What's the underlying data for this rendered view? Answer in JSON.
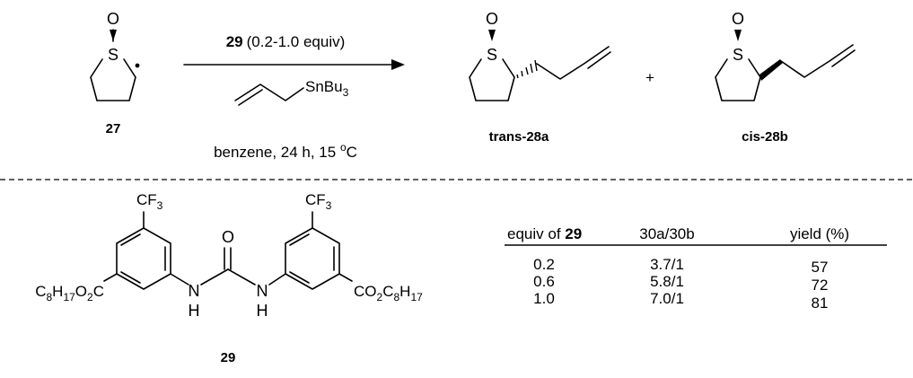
{
  "reaction": {
    "reactant_label": "27",
    "catalyst_ref": "29",
    "condition_amount": "(0.2-1.0 equiv)",
    "reagent": "SnBu",
    "reagent_subscript": "3",
    "conditions_text": "benzene, 24 h, 15 ",
    "conditions_degree": "o",
    "conditions_unit": "C",
    "product_1_label": "trans-28a",
    "product_2_label": "cis-28b",
    "plus_sign": "+"
  },
  "atoms": {
    "oxygen": "O",
    "sulfur": "S",
    "nitrogen_h": "H",
    "nitrogen": "N"
  },
  "catalyst": {
    "label": "29",
    "cf3_left": "CF",
    "cf3_right": "CF",
    "cf3_subscript": "3",
    "left_ester": [
      "C",
      "8",
      "H",
      "17",
      "O",
      "2",
      "C"
    ],
    "right_ester": [
      "CO",
      "2",
      "C",
      "8",
      "H",
      "17"
    ]
  },
  "table": {
    "headers": [
      "equiv of ",
      "29",
      "30a/30b",
      "yield (%)"
    ],
    "rows": [
      {
        "equiv": "0.2",
        "ratio": "3.7/1",
        "yield": "57"
      },
      {
        "equiv": "0.6",
        "ratio": "5.8/1",
        "yield": "72"
      },
      {
        "equiv": "1.0",
        "ratio": "7.0/1",
        "yield": "81"
      }
    ]
  }
}
